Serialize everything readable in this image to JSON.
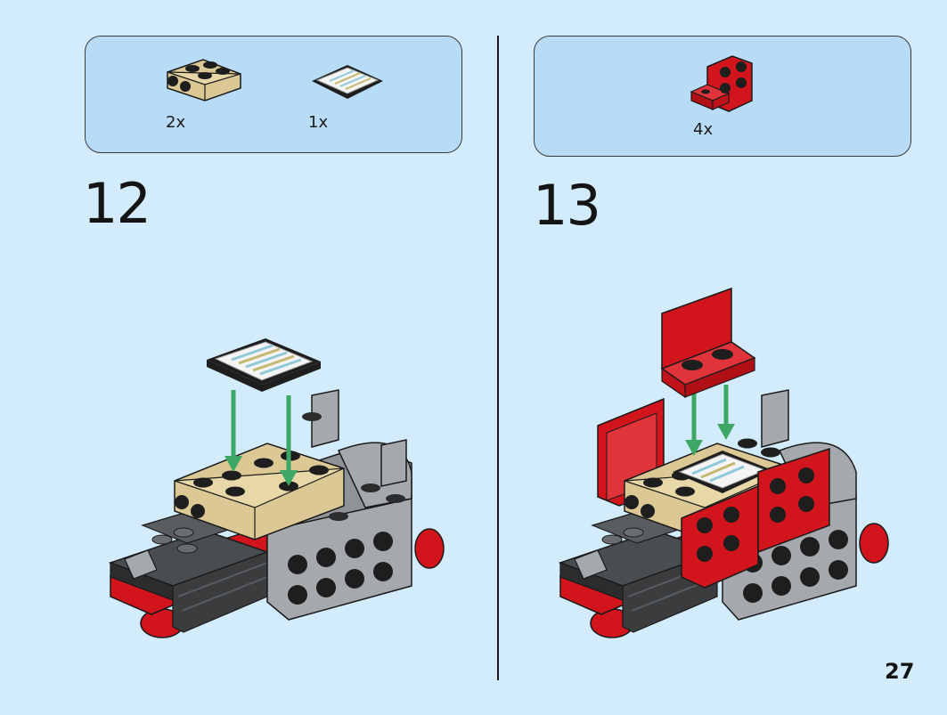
{
  "page": {
    "number": "27"
  },
  "steps": [
    {
      "number": "12",
      "parts": [
        {
          "name": "tan-plate-2x2-with-side-studs",
          "quantity": "2x",
          "color": "#dcc894"
        },
        {
          "name": "printed-tile-2x2-start",
          "quantity": "1x",
          "color": "#f2f2f2"
        }
      ]
    },
    {
      "number": "13",
      "parts": [
        {
          "name": "red-bracket-1x2-2x2",
          "quantity": "4x",
          "color": "#d2141c"
        }
      ]
    }
  ],
  "colors": {
    "background": "#d3ecfb",
    "parts_box": "#b8dcf6",
    "arrow": "#3da865",
    "red": "#d2141c",
    "tan": "#dcc894",
    "light_gray": "#a5a9ad",
    "dark_gray": "#5a5d60",
    "black": "#1e1e1e"
  }
}
